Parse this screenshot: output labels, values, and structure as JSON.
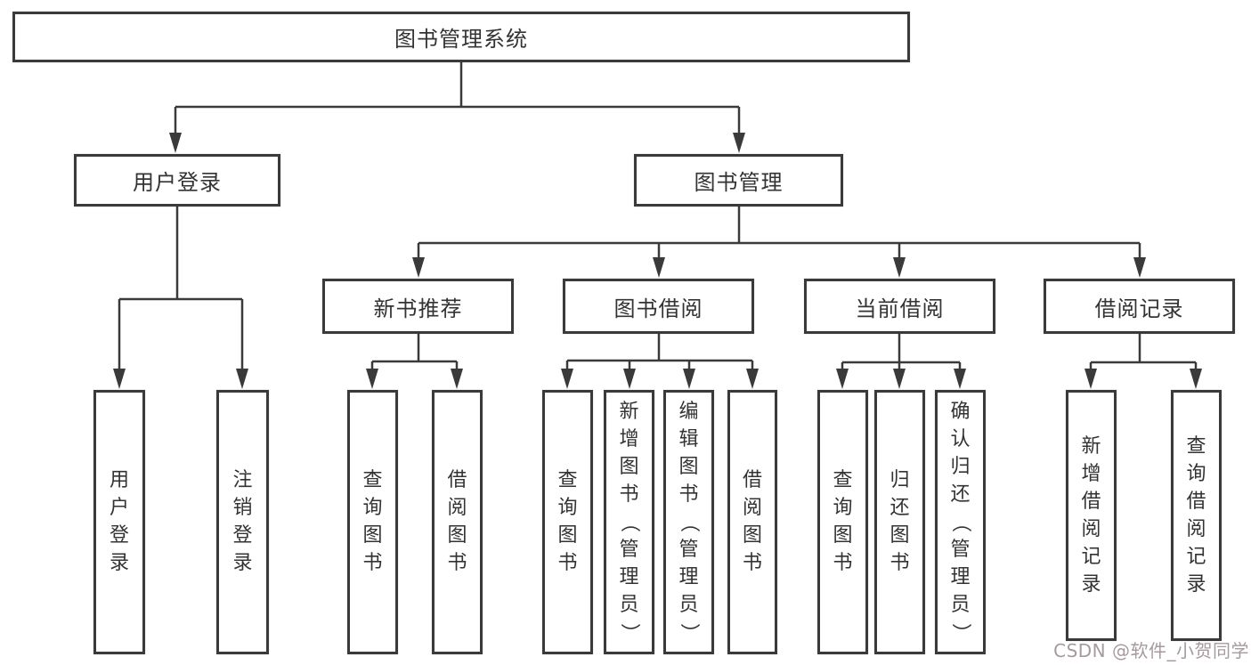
{
  "tree": {
    "root": "图书管理系统",
    "children": [
      {
        "label": "用户登录",
        "children": [
          {
            "label": "用户登录"
          },
          {
            "label": "注销登录"
          }
        ]
      },
      {
        "label": "图书管理",
        "children": [
          {
            "label": "新书推荐",
            "children": [
              {
                "label": "查询图书"
              },
              {
                "label": "借阅图书"
              }
            ]
          },
          {
            "label": "图书借阅",
            "children": [
              {
                "label": "查询图书"
              },
              {
                "label": "新增图书（管理员）"
              },
              {
                "label": "编辑图书（管理员）"
              },
              {
                "label": "借阅图书"
              }
            ]
          },
          {
            "label": "当前借阅",
            "children": [
              {
                "label": "查询图书"
              },
              {
                "label": "归还图书"
              },
              {
                "label": "确认归还（管理员）"
              }
            ]
          },
          {
            "label": "借阅记录",
            "children": [
              {
                "label": "新增借阅记录"
              },
              {
                "label": "查询借阅记录"
              }
            ]
          }
        ]
      }
    ]
  },
  "watermark": {
    "text": "CSDN @软件_小贺同学"
  },
  "colors": {
    "line": "#3a3a3a",
    "text": "#333333",
    "background": "#ffffff",
    "watermark": "#a79a9d"
  }
}
